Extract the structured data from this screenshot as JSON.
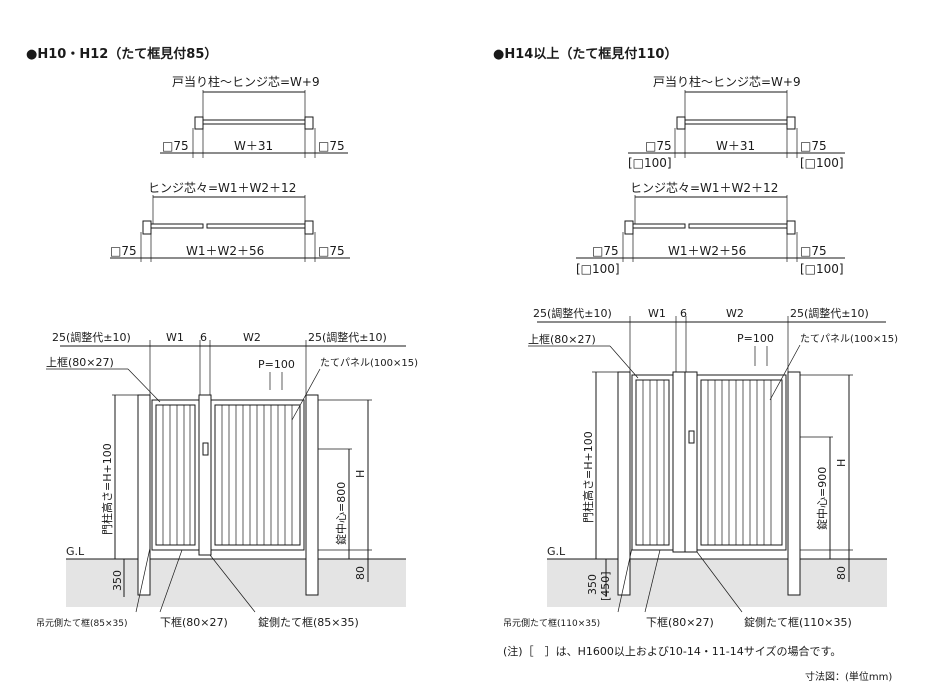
{
  "left": {
    "title": "●H10・H12（たて框見付85）",
    "plan1": {
      "top_dim": "戸当り柱～ヒンジ芯=W+9",
      "mid_dim": "W＋31",
      "post_left": "□75",
      "post_right": "□75"
    },
    "plan2": {
      "top_dim": "ヒンジ芯々=W1＋W2＋12",
      "mid_dim": "W1＋W2＋56",
      "post_left": "□75",
      "post_right": "□75"
    },
    "elev": {
      "adj_left": "25(調整代±10)",
      "w1": "W1",
      "gap": "6",
      "w2": "W2",
      "adj_right": "25(調整代±10)",
      "top_frame": "上框(80×27)",
      "pitch": "P=100",
      "panel": "たてパネル(100×15)",
      "post_height": "門柱高さ=H+100",
      "h": "H",
      "lock_center": "錠中心=800",
      "gl": "G.L",
      "embed": "350",
      "clearance": "80",
      "hinge_stile": "吊元側たて框(85×35)",
      "bottom_frame": "下框(80×27)",
      "lock_stile": "錠側たて框(85×35)"
    }
  },
  "right": {
    "title": "●H14以上（たて框見付110）",
    "plan1": {
      "top_dim": "戸当り柱～ヒンジ芯=W+9",
      "mid_dim": "W＋31",
      "post_left": "□75",
      "post_left_alt": "[□100]",
      "post_right": "□75",
      "post_right_alt": "[□100]"
    },
    "plan2": {
      "top_dim": "ヒンジ芯々=W1＋W2＋12",
      "mid_dim": "W1＋W2＋56",
      "post_left": "□75",
      "post_left_alt": "[□100]",
      "post_right": "□75",
      "post_right_alt": "[□100]"
    },
    "elev": {
      "adj_left": "25(調整代±10)",
      "w1": "W1",
      "gap": "6",
      "w2": "W2",
      "adj_right": "25(調整代±10)",
      "top_frame": "上框(80×27)",
      "pitch": "P=100",
      "panel": "たてパネル(100×15)",
      "post_height": "門柱高さ=H+100",
      "h": "H",
      "lock_center": "錠中心=900",
      "gl": "G.L",
      "embed": "350",
      "embed_alt": "[450]",
      "clearance": "80",
      "hinge_stile": "吊元側たて框(110×35)",
      "bottom_frame": "下框(80×27)",
      "lock_stile": "錠側たて框(110×35)"
    }
  },
  "note": "(注)［　］は、H1600以上および10-14・11-14サイズの場合です。",
  "unit": "寸法図：(単位mm)"
}
